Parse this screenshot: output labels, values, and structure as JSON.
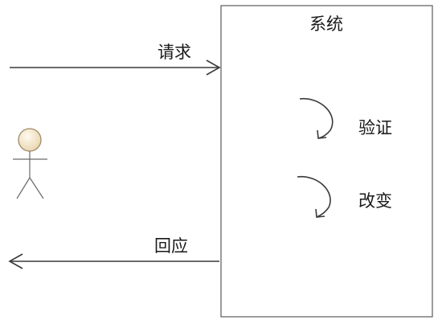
{
  "system": {
    "title": "系统"
  },
  "messages": {
    "request": "请求",
    "response": "回应"
  },
  "steps": [
    {
      "label": "验证"
    },
    {
      "label": "改变"
    }
  ],
  "colors": {
    "actor_head_fill": "#f3e6c8",
    "actor_head_stroke": "#a08a6a",
    "line": "#3a3a3a",
    "box_border": "#5a5a5a",
    "text": "#1a1a1a"
  }
}
